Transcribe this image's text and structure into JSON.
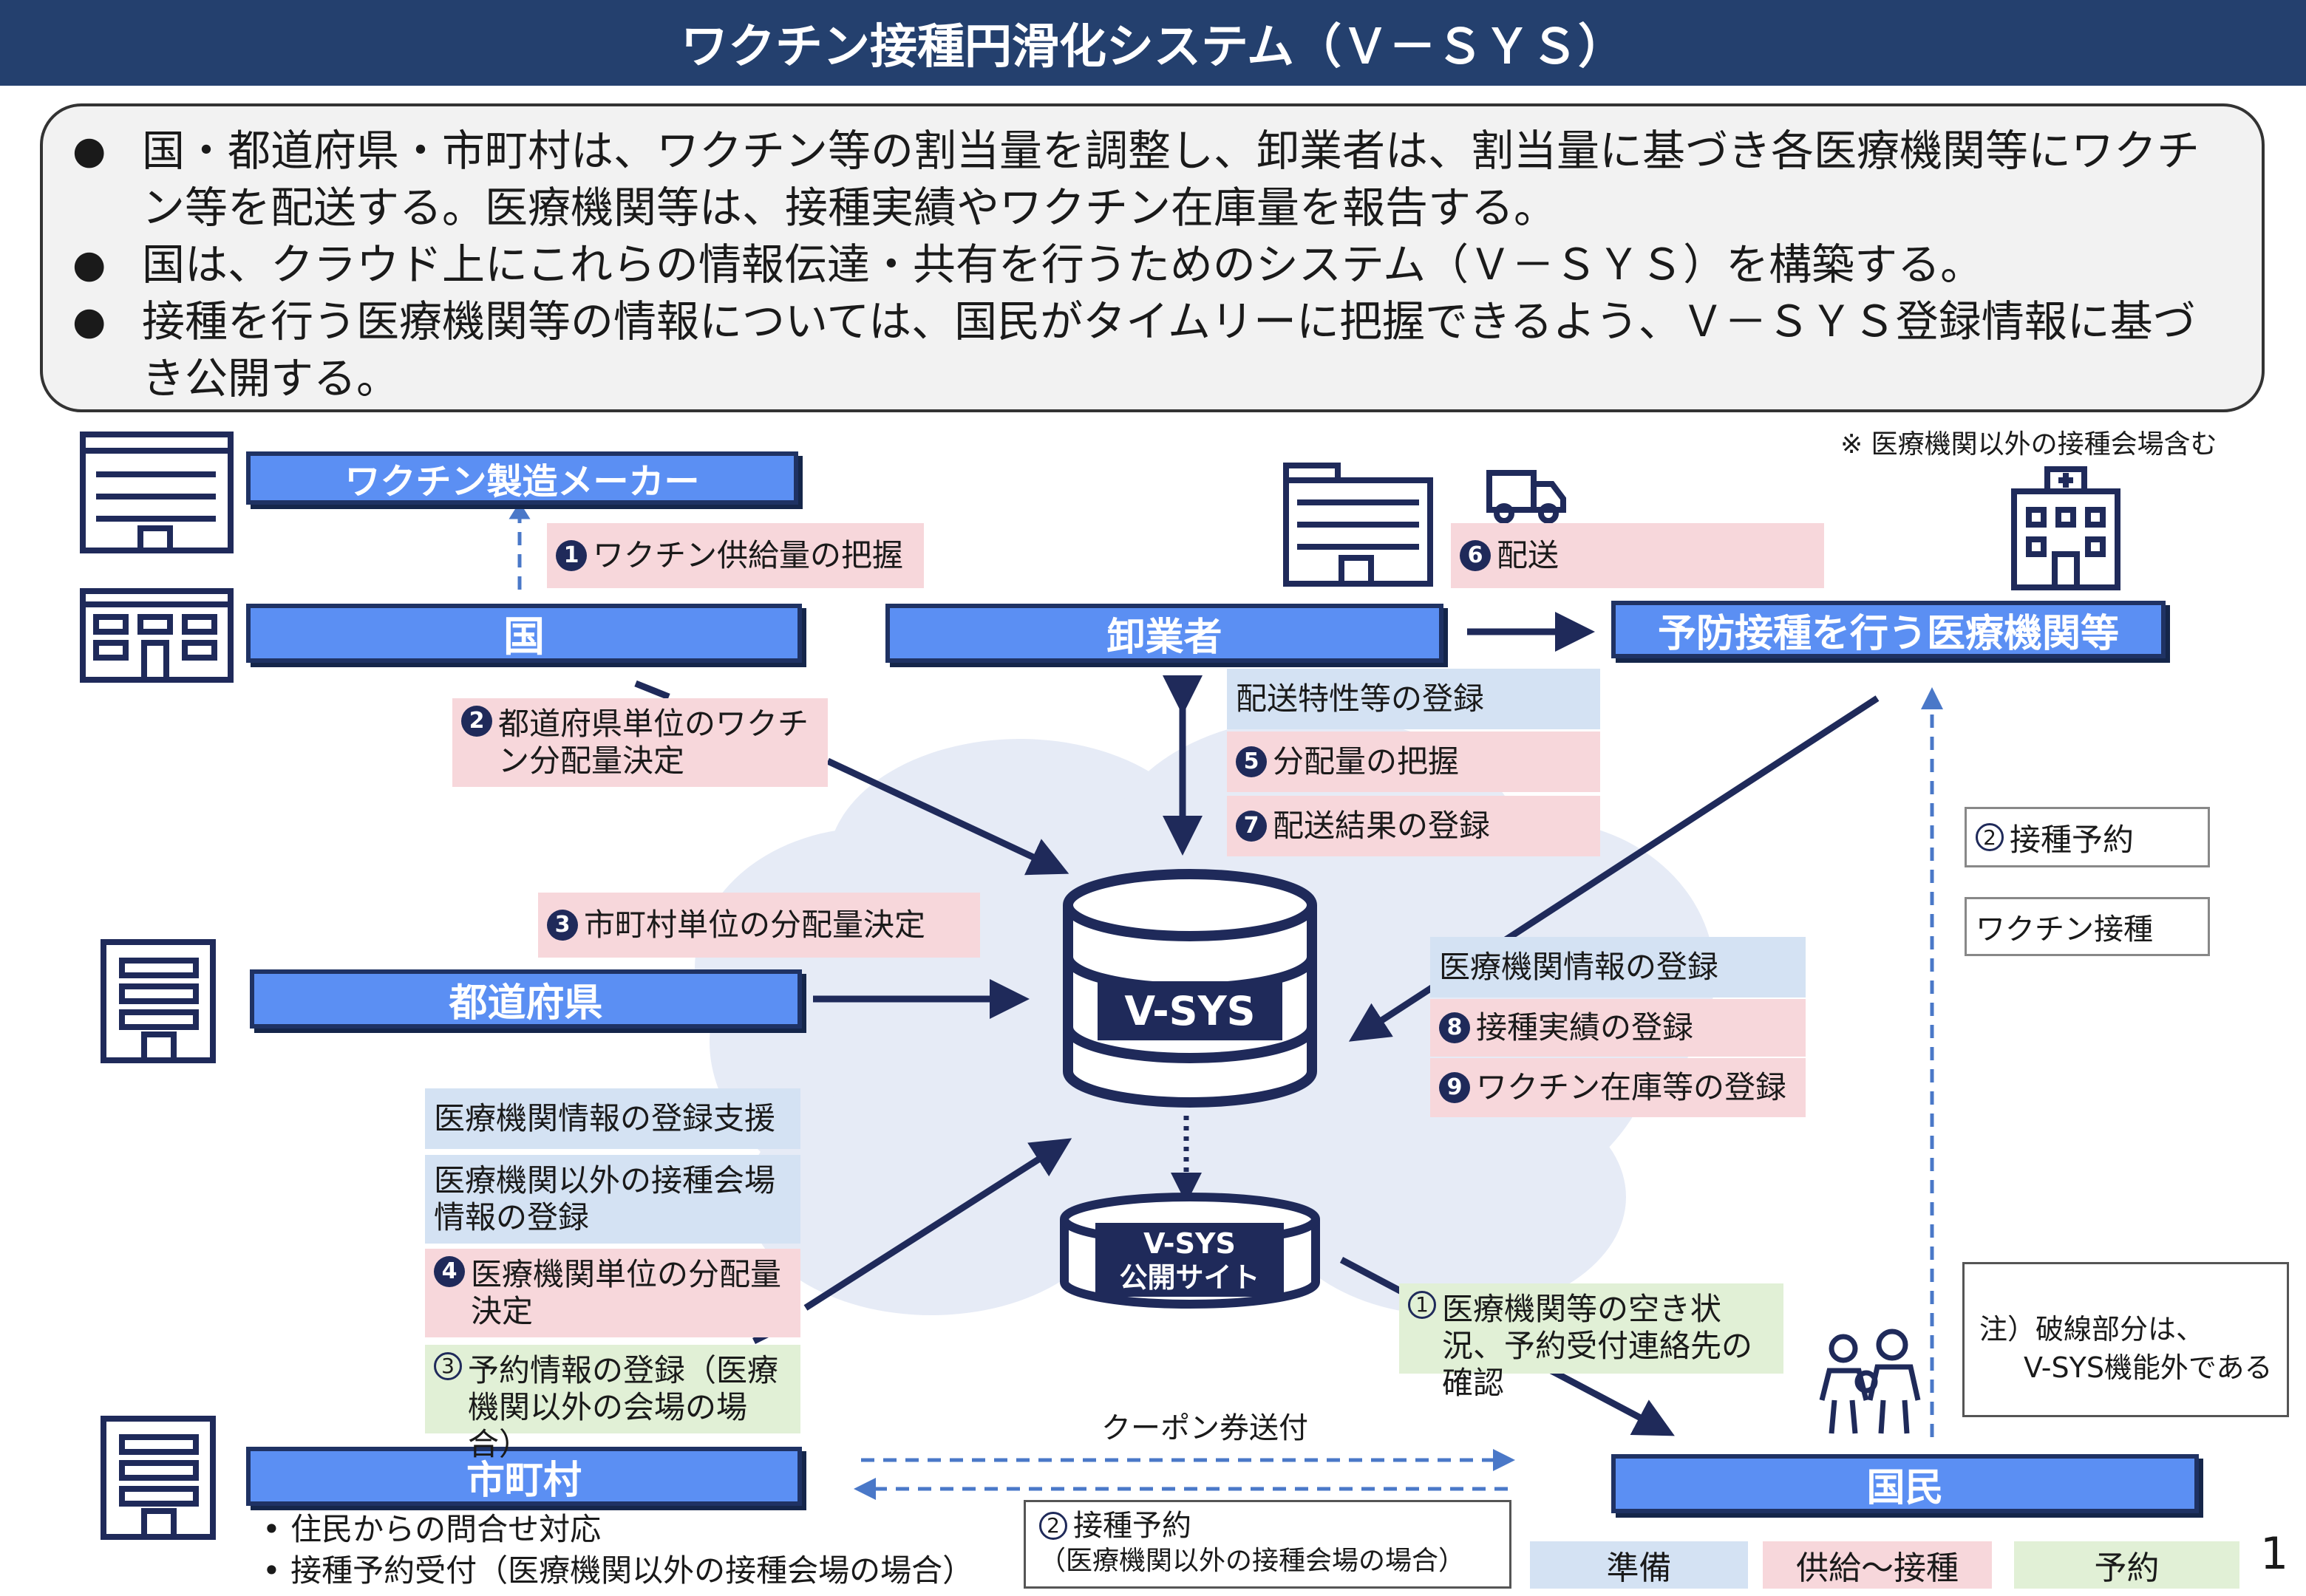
{
  "title": "ワクチン接種円滑化システム（Ｖ－ＳＹＳ）",
  "summary": [
    "国・都道府県・市町村は、ワクチン等の割当量を調整し、卸業者は、割当量に基づき各医療機関等にワクチン等を配送する。医療機関等は、接種実績やワクチン在庫量を報告する。",
    "国は、クラウド上にこれらの情報伝達・共有を行うためのシステム（Ｖ－ＳＹＳ）を構築する。",
    "接種を行う医療機関等の情報については、国民がタイムリーに把握できるよう、Ｖ－ＳＹＳ登録情報に基づき公開する。"
  ],
  "bullet": "●",
  "note_top": "※ 医療機関以外の接種会場含む",
  "entities": {
    "maker": "ワクチン製造メーカー",
    "kuni": "国",
    "oroshi": "卸業者",
    "iryo": "予防接種を行う医療機関等",
    "todofuken": "都道府県",
    "shichoson": "市町村",
    "kokumin": "国民"
  },
  "vsys": {
    "db": "V-SYS",
    "site_line1": "V-SYS",
    "site_line2": "公開サイト"
  },
  "labels": {
    "step1_num": "1",
    "step1": "ワクチン供給量の把握",
    "step2_num": "2",
    "step2": "都道府県単位のワクチン分配量決定",
    "step3_num": "3",
    "step3": "市町村単位の分配量決定",
    "step4_num": "4",
    "step4": "医療機関単位の分配量決定",
    "step5_num": "5",
    "step5": "分配量の把握",
    "step6_num": "6",
    "step6": "配送",
    "step7_num": "7",
    "step7": "配送結果の登録",
    "step8_num": "8",
    "step8": "接種実績の登録",
    "step9_num": "9",
    "step9": "ワクチン在庫等の登録",
    "haiso_tokusei": "配送特性等の登録",
    "iryo_info": "医療機関情報の登録",
    "iryo_info_shien": "医療機関情報の登録支援",
    "igai_kaijo": "医療機関以外の接種会場情報の登録",
    "yoyaku_info_num": "3",
    "yoyaku_info": "予約情報の登録（医療機関以外の会場の場合）",
    "kakunin_num": "1",
    "kakunin": "医療機関等の空き状況、予約受付連絡先の確認",
    "yoyaku_num": "2",
    "yoyaku": "接種予約",
    "wakuchin_sesshu": "ワクチン接種",
    "coupon": "クーポン券送付",
    "yoyaku2_num": "2",
    "yoyaku2_line1": "接種予約",
    "yoyaku2_line2": "（医療機関以外の接種会場の場合）"
  },
  "shichoson_notes": [
    "住民からの問合せ対応",
    "接種予約受付（医療機関以外の接種会場の場合）"
  ],
  "note_box": {
    "line1": "注）破線部分は、",
    "line2": "V-SYS機能外である"
  },
  "legend": [
    {
      "label": "準備",
      "color": "#d4e2f3"
    },
    {
      "label": "供給～接種",
      "color": "#f7d7db"
    },
    {
      "label": "予約",
      "color": "#e1f0d6"
    }
  ],
  "page_number": "1",
  "colors": {
    "title_bg": "#24406e",
    "entity": "#5b8ff3",
    "arrow": "#1f2a5a",
    "cloud": "#e6ebf6"
  }
}
